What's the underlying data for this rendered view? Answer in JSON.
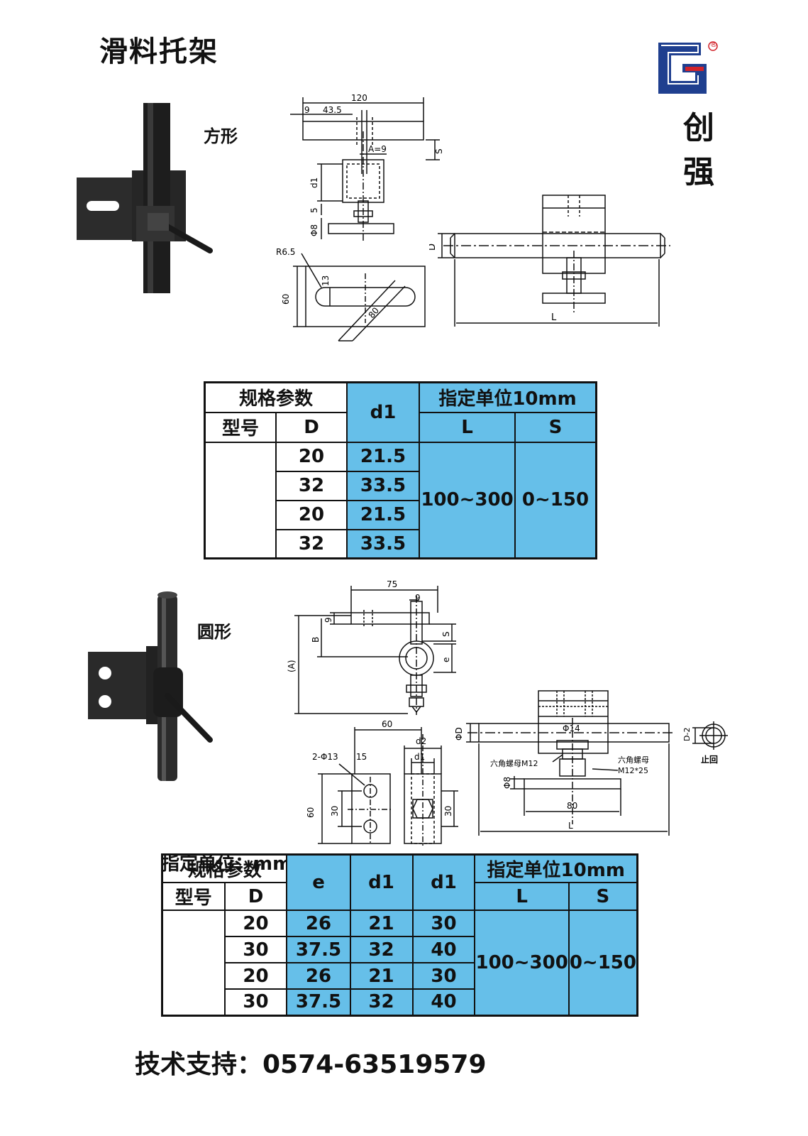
{
  "page": {
    "title": "滑料托架",
    "brand_chars": [
      "创",
      "强"
    ],
    "registered_mark": "®",
    "brand_color": "#1f3f8f",
    "accent_color": "#d2232a",
    "table_blue": "#66bfe9"
  },
  "square": {
    "label": "方形",
    "dims": {
      "d120": "120",
      "d9": "9",
      "d43_5": "43.5",
      "a9": "A=9",
      "s": "S",
      "d1": "d1",
      "d5": "5",
      "phi8": "Φ8",
      "r6_5": "R6.5",
      "d13": "13",
      "d60": "60",
      "d80": "80",
      "D": "D",
      "L": "L"
    },
    "table": {
      "h_spec": "规格参数",
      "h_d1": "d1",
      "h_unit": "指定单位10mm",
      "h_model": "型号",
      "h_D": "D",
      "h_L": "L",
      "h_S": "S",
      "rows": [
        {
          "D": "20",
          "d1": "21.5"
        },
        {
          "D": "32",
          "d1": "33.5"
        },
        {
          "D": "20",
          "d1": "21.5"
        },
        {
          "D": "32",
          "d1": "33.5"
        }
      ],
      "L_value": "100~300",
      "S_value": "0~150"
    }
  },
  "round": {
    "label": "圆形",
    "dims": {
      "d75": "75",
      "d9a": "9",
      "d9b": "9",
      "B": "B",
      "A": "(A)",
      "s": "S",
      "e": "e",
      "d60a": "60",
      "d2": "d2",
      "d1": "d1",
      "holes": "2-Φ13",
      "d15": "15",
      "d60b": "60",
      "d30a": "30",
      "d30b": "30",
      "phiD": "ΦD",
      "phi14": "Φ14",
      "nutM12": "六角螺母M12",
      "nutM12x25a": "六角螺母",
      "nutM12x25b": "M12*25",
      "phi8": "Φ8",
      "d80": "80",
      "L": "L",
      "d_minus2": "D-2",
      "stop": "止回"
    },
    "unit_note": "指定单位：mm",
    "table": {
      "h_spec": "规格参数",
      "h_e": "e",
      "h_d1a": "d1",
      "h_d1b": "d1",
      "h_unit": "指定单位10mm",
      "h_model": "型号",
      "h_D": "D",
      "h_L": "L",
      "h_S": "S",
      "rows": [
        {
          "D": "20",
          "e": "26",
          "d1a": "21",
          "d1b": "30"
        },
        {
          "D": "30",
          "e": "37.5",
          "d1a": "32",
          "d1b": "40"
        },
        {
          "D": "20",
          "e": "26",
          "d1a": "21",
          "d1b": "30"
        },
        {
          "D": "30",
          "e": "37.5",
          "d1a": "32",
          "d1b": "40"
        }
      ],
      "L_value": "100~300",
      "S_value": "0~150"
    }
  },
  "footer": {
    "support": "技术支持：0574-63519579"
  }
}
